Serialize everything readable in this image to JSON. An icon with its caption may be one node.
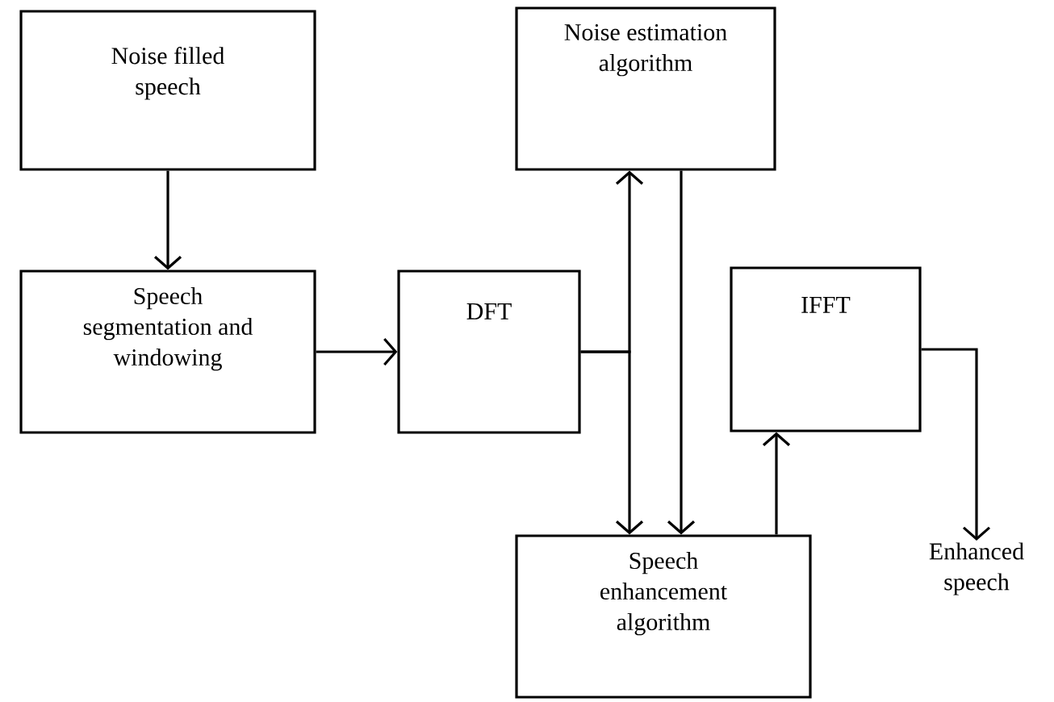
{
  "diagram": {
    "nodes": [
      {
        "text": [
          "Noise filled speech"
        ]
      },
      {
        "text": [
          "Speech segmentation and windowing"
        ]
      },
      {
        "text": [
          "DFT"
        ]
      },
      {
        "text": [
          "Noise estimation algorithm"
        ]
      },
      {
        "text": [
          "IFFT"
        ]
      },
      {
        "text": [
          "Speech enhancement algorithm"
        ]
      },
      {
        "text": [
          "Enhanced speech"
        ]
      }
    ],
    "edges": [
      {
        "from": 0,
        "to": 1,
        "arrow": "to"
      },
      {
        "from": 1,
        "to": 2,
        "arrow": "to"
      },
      {
        "from": 2,
        "to": 3,
        "arrow": "to"
      },
      {
        "from": 2,
        "to": 5,
        "arrow": "to"
      },
      {
        "from": 3,
        "to": 5,
        "arrow": "to"
      },
      {
        "from": 5,
        "to": 4,
        "arrow": "to"
      },
      {
        "from": 4,
        "to": 6,
        "arrow": "to"
      }
    ]
  }
}
